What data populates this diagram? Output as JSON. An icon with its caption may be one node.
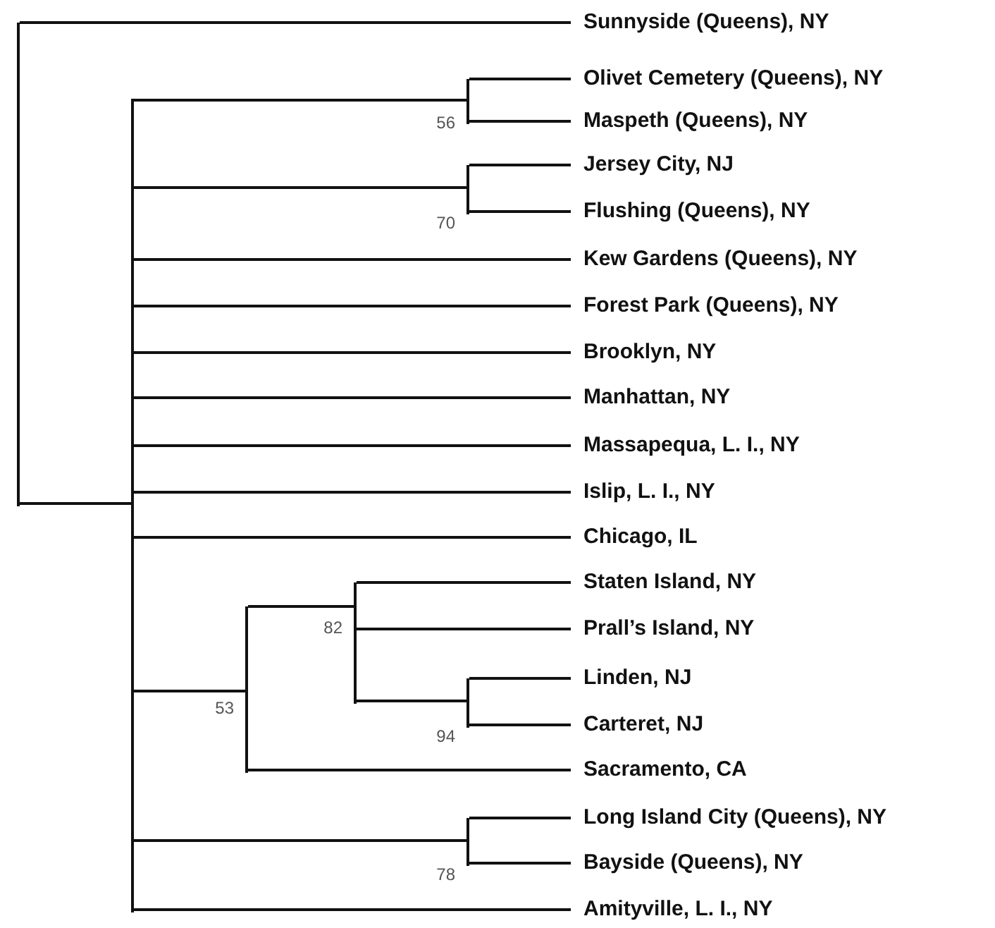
{
  "diagram": {
    "nodes": [
      {
        "text": [],
        "shape": "bar"
      },
      {
        "text": [
          "Sunnyside (Queens), NY"
        ]
      },
      {
        "text": [],
        "shape": "bar"
      },
      {
        "text": [
          "56"
        ]
      },
      {
        "text": [
          "Olivet Cemetery (Queens), NY"
        ]
      },
      {
        "text": [
          "Maspeth (Queens), NY"
        ]
      },
      {
        "text": [
          "70"
        ]
      },
      {
        "text": [
          "Jersey City, NJ"
        ]
      },
      {
        "text": [
          "Flushing (Queens), NY"
        ]
      },
      {
        "text": [
          "Kew Gardens (Queens), NY"
        ]
      },
      {
        "text": [
          "Forest Park (Queens), NY"
        ]
      },
      {
        "text": [
          "Brooklyn, NY"
        ]
      },
      {
        "text": [
          "Manhattan, NY"
        ]
      },
      {
        "text": [
          "Massapequa, L. I., NY"
        ]
      },
      {
        "text": [
          "Islip, L. I., NY"
        ]
      },
      {
        "text": [
          "Chicago, IL"
        ]
      },
      {
        "text": [
          "53"
        ]
      },
      {
        "text": [
          "82"
        ]
      },
      {
        "text": [
          "Staten Island, NY"
        ]
      },
      {
        "text": [
          "Prall’s Island, NY"
        ]
      },
      {
        "text": [
          "94"
        ]
      },
      {
        "text": [
          "Linden, NJ"
        ]
      },
      {
        "text": [
          "Carteret, NJ"
        ]
      },
      {
        "text": [
          "Sacramento, CA"
        ]
      },
      {
        "text": [
          "78"
        ]
      },
      {
        "text": [
          "Long Island City (Queens), NY"
        ]
      },
      {
        "text": [
          "Bayside (Queens), NY"
        ]
      },
      {
        "text": [
          "Amityville, L. I., NY"
        ]
      }
    ],
    "edges": [
      {
        "from": 0,
        "to": 1,
        "arrow": "none"
      },
      {
        "from": 0,
        "to": 2,
        "arrow": "none"
      },
      {
        "from": 2,
        "to": 3,
        "arrow": "none"
      },
      {
        "from": 3,
        "to": 4,
        "arrow": "none"
      },
      {
        "from": 3,
        "to": 5,
        "arrow": "none"
      },
      {
        "from": 2,
        "to": 6,
        "arrow": "none"
      },
      {
        "from": 6,
        "to": 7,
        "arrow": "none"
      },
      {
        "from": 6,
        "to": 8,
        "arrow": "none"
      },
      {
        "from": 2,
        "to": 9,
        "arrow": "none"
      },
      {
        "from": 2,
        "to": 10,
        "arrow": "none"
      },
      {
        "from": 2,
        "to": 11,
        "arrow": "none"
      },
      {
        "from": 2,
        "to": 12,
        "arrow": "none"
      },
      {
        "from": 2,
        "to": 13,
        "arrow": "none"
      },
      {
        "from": 2,
        "to": 14,
        "arrow": "none"
      },
      {
        "from": 2,
        "to": 15,
        "arrow": "none"
      },
      {
        "from": 2,
        "to": 16,
        "arrow": "none"
      },
      {
        "from": 16,
        "to": 17,
        "arrow": "none"
      },
      {
        "from": 17,
        "to": 18,
        "arrow": "none"
      },
      {
        "from": 17,
        "to": 19,
        "arrow": "none"
      },
      {
        "from": 17,
        "to": 20,
        "arrow": "none"
      },
      {
        "from": 20,
        "to": 21,
        "arrow": "none"
      },
      {
        "from": 20,
        "to": 22,
        "arrow": "none"
      },
      {
        "from": 16,
        "to": 23,
        "arrow": "none"
      },
      {
        "from": 2,
        "to": 24,
        "arrow": "none"
      },
      {
        "from": 24,
        "to": 25,
        "arrow": "none"
      },
      {
        "from": 24,
        "to": 26,
        "arrow": "none"
      },
      {
        "from": 2,
        "to": 27,
        "arrow": "none"
      }
    ]
  }
}
